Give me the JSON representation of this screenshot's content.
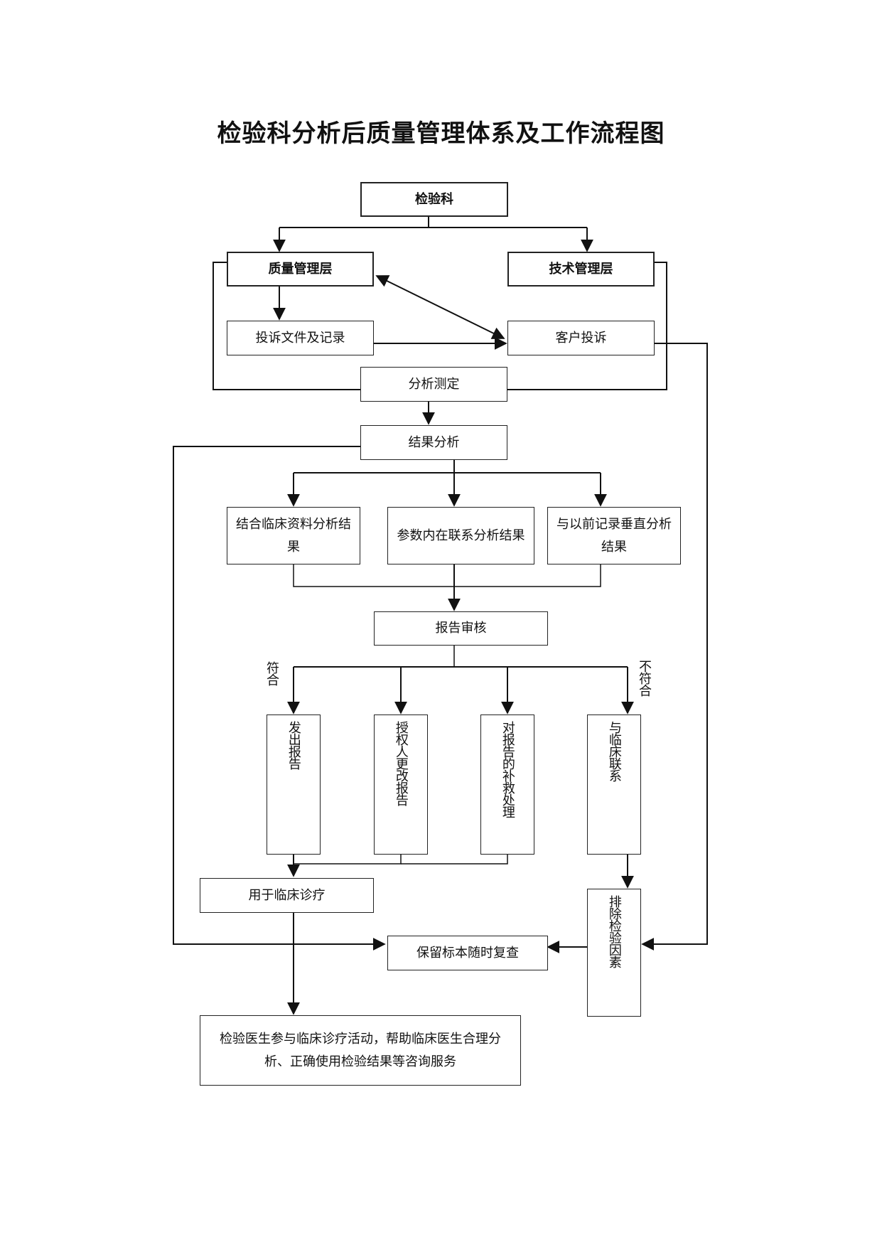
{
  "title": "检验科分析后质量管理体系及工作流程图",
  "nodes": {
    "lab": "检验科",
    "quality_mgmt": "质量管理层",
    "tech_mgmt": "技术管理层",
    "complaint_docs": "投诉文件及记录",
    "client_complaint": "客户投诉",
    "analysis": "分析测定",
    "result_analysis": "结果分析",
    "clinical_data": "结合临床资料分析结果",
    "param_relation": "参数内在联系分析结果",
    "history_compare": "与以前记录垂直分析结果",
    "report_review": "报告审核",
    "issue_report": "发出报告",
    "authorized_change": "授权人更改报告",
    "report_remedy": "对报告的补救处理",
    "contact_clinic": "与临床联系",
    "clinical_use": "用于临床诊疗",
    "keep_sample": "保留标本随时复查",
    "exclude_factors": "排除检验因素",
    "consult_service": "检验医生参与临床诊疗活动，帮助临床医生合理分析、正确使用检验结果等咨询服务"
  },
  "labels": {
    "match": "符合",
    "not_match": "不符合"
  }
}
